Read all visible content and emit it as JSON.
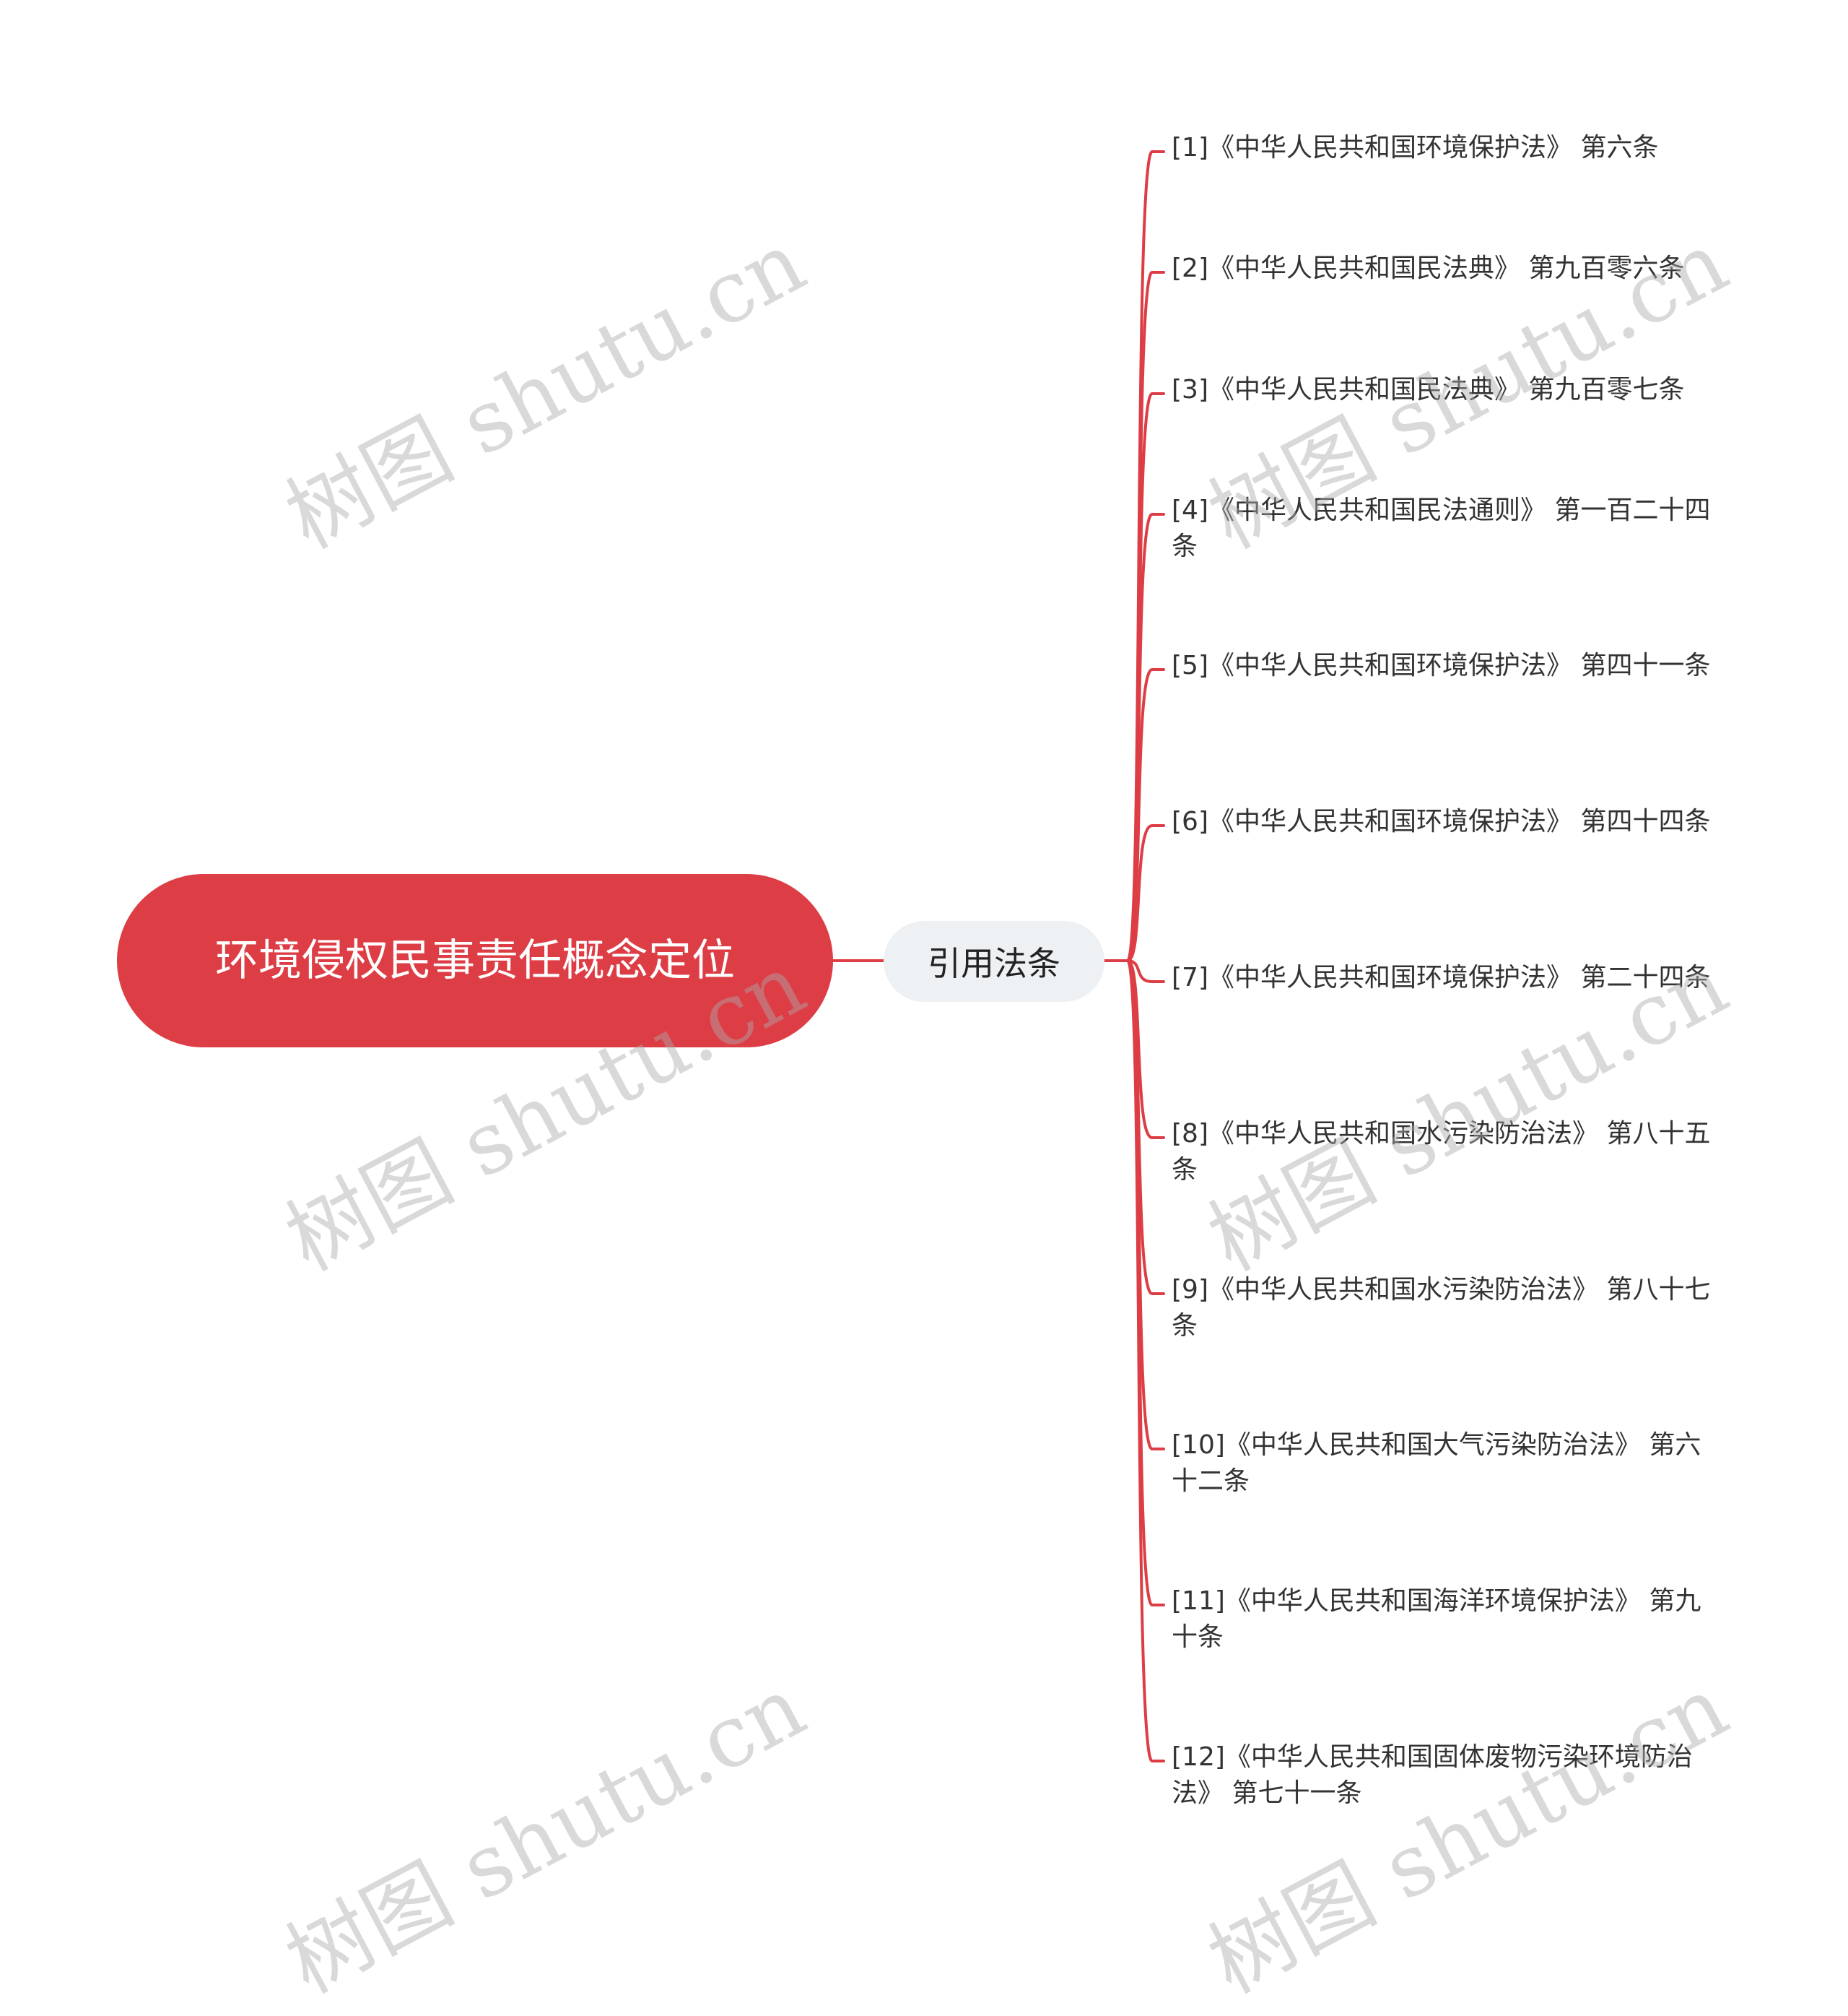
{
  "colors": {
    "accent": "#dd3d45",
    "root_text": "#ffffff",
    "branch_fill": "#eef1f4",
    "leaf_text": "#333333",
    "watermark": "#aaaaaa"
  },
  "root": {
    "label": "环境侵权民事责任概念定位"
  },
  "branch": {
    "label": "引用法条"
  },
  "leaves": [
    {
      "label": "[1]《中华人民共和国环境保护法》 第六条"
    },
    {
      "label": "[2]《中华人民共和国民法典》 第九百零六条"
    },
    {
      "label": "[3]《中华人民共和国民法典》 第九百零七条"
    },
    {
      "label": "[4]《中华人民共和国民法通则》 第一百二十四条"
    },
    {
      "label": "[5]《中华人民共和国环境保护法》 第四十一条"
    },
    {
      "label": "[6]《中华人民共和国环境保护法》 第四十四条"
    },
    {
      "label": "[7]《中华人民共和国环境保护法》 第二十四条"
    },
    {
      "label": "[8]《中华人民共和国水污染防治法》 第八十五条"
    },
    {
      "label": "[9]《中华人民共和国水污染防治法》 第八十七条"
    },
    {
      "label": "[10]《中华人民共和国大气污染防治法》 第六十二条"
    },
    {
      "label": "[11]《中华人民共和国海洋环境保护法》 第九十条"
    },
    {
      "label": "[12]《中华人民共和国固体废物污染环境防治法》 第七十一条"
    }
  ],
  "watermark": {
    "text": "树图 shutu.cn"
  }
}
